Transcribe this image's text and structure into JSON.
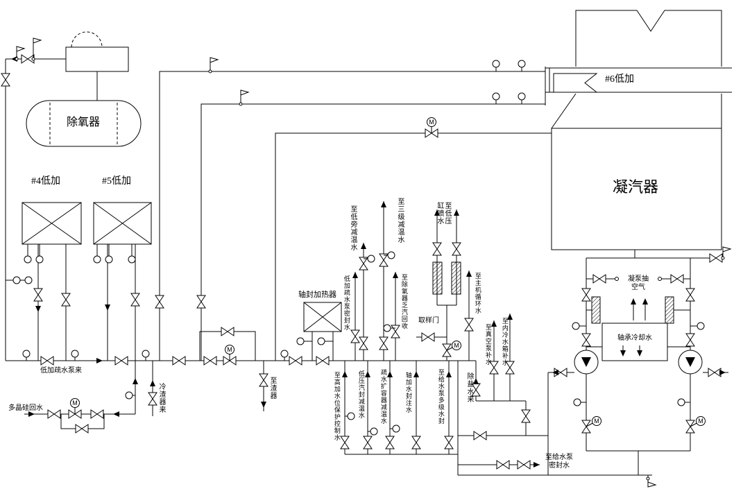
{
  "equipment": {
    "deaerator": "除氧器",
    "lp_heater_4": "#4低加",
    "lp_heater_5": "#5低加",
    "lp_heater_6": "#6低加",
    "condenser": "凝汽器",
    "gland_steam_heater": "轴封加热器",
    "bearing_cooling_water_box": "轴承冷却水"
  },
  "flow_labels": {
    "from_lp_drain_pump": "低加疏水泵来",
    "polysilicon_return": "多晶硅回水",
    "from_slag_cooler": "冷渣器来",
    "to_slag_unit": "至渣器",
    "to_lp_bypass_spray": "至低旁减温水",
    "to_stage3_spray": "至三级减温水",
    "lp_drain_pump_seal_water": "低加疏水泵密封水",
    "to_deaerator_exhaust_recovery": "至除氧器乏汽回收",
    "to_lp_cylinder_spray": "至低压缸喷水",
    "sampling_valve": "取样门",
    "to_main_circulating_water": "至主机循环水",
    "demin_water_in": "除盐水来",
    "to_vacuum_pump_makeup": "至真空泵补水",
    "to_inner_cooling_tank_makeup": "至内冷水箱补水",
    "condensate_pump_air_extraction": "凝泵抽空气",
    "to_hp_heater_level_control_water": "至高加水位保护控制水",
    "lp_gland_seal_spray_water": "低压汽封减温水",
    "drain_flash_tank_spray_water": "疏水扩容器减温水",
    "gland_heater_water_seal_fill": "轴加水封注水",
    "to_feed_pump_multistage_seal": "至给水泵多级水封",
    "to_feed_pump_seal_water": "至给水泵密封水"
  },
  "symbols": {
    "motor_operated_valve_letter": "M"
  },
  "colors": {
    "line": "#000000",
    "background": "#ffffff"
  }
}
